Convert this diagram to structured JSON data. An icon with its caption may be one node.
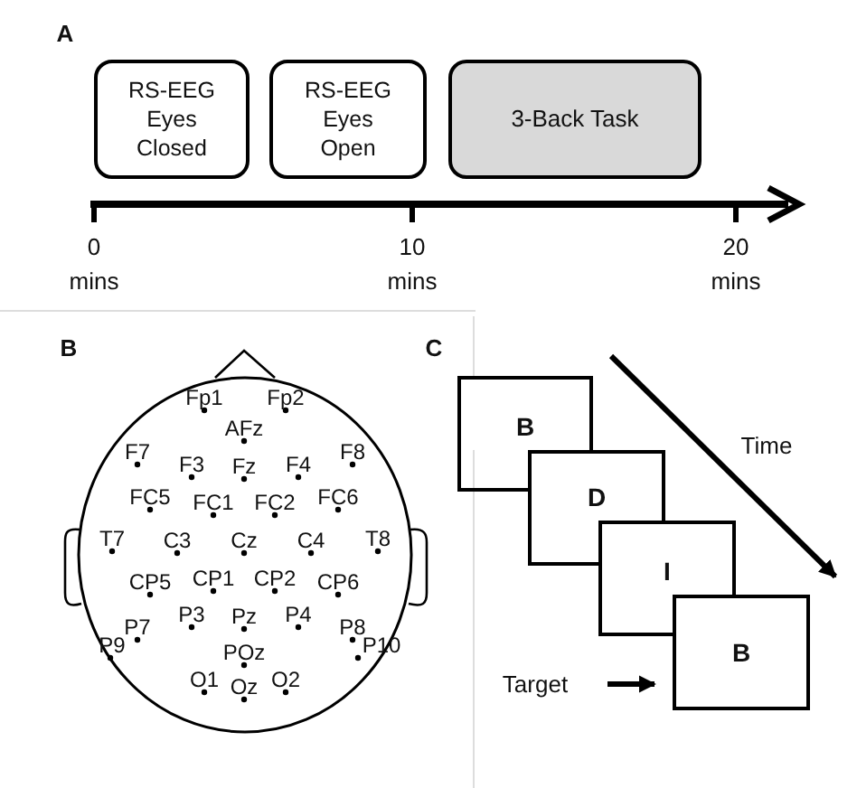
{
  "diagram": {
    "nodes": [
      {
        "text": [
          "RS-EEG Eyes Closed"
        ]
      },
      {
        "text": [
          "RS-EEG Eyes Open"
        ]
      },
      {
        "text": [
          "3-Back Task"
        ]
      },
      {
        "text": [
          "B"
        ]
      },
      {
        "text": [
          "D"
        ]
      },
      {
        "text": [
          "I"
        ]
      },
      {
        "text": [
          "B"
        ]
      },
      {
        "text": [
          "Target"
        ]
      }
    ],
    "edges": [
      {
        "from": 7,
        "to": 6,
        "arrow": "to"
      }
    ],
    "labels": [
      "A",
      "0 mins",
      "10 mins",
      "20 mins",
      "B",
      "C",
      "Fp1",
      "Fp2",
      "AFz",
      "F7",
      "F3",
      "Fz",
      "F4",
      "F8",
      "FC5",
      "FC1",
      "FC2",
      "FC6",
      "T7",
      "C3",
      "Cz",
      "C4",
      "T8",
      "CP5",
      "CP1",
      "CP2",
      "CP6",
      "P7",
      "P3",
      "Pz",
      "P4",
      "P8",
      "P9",
      "P10",
      "POz",
      "O1",
      "Oz",
      "O2",
      "Time"
    ]
  }
}
